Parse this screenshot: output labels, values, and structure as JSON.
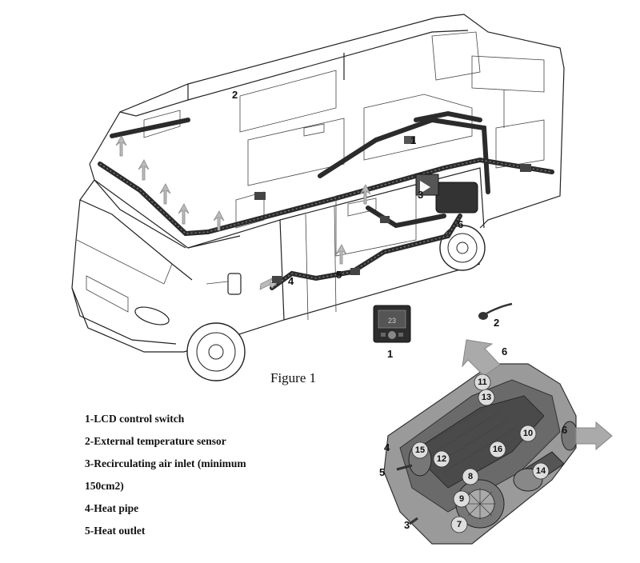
{
  "figure": {
    "caption": "Figure 1",
    "callouts": [
      "1",
      "2",
      "3",
      "4",
      "5",
      "6"
    ],
    "heater_callouts": [
      "1",
      "2",
      "3",
      "4",
      "5",
      "6",
      "6",
      "7",
      "8",
      "9",
      "10",
      "11",
      "12",
      "13",
      "14",
      "15",
      "16"
    ],
    "lcd_display_text": "23"
  },
  "legend": {
    "items": [
      "1-LCD control switch",
      "2-External temperature sensor",
      "3-Recirculating air inlet (minimum",
      "150cm2)",
      "4-Heat pipe",
      "5-Heat outlet"
    ]
  }
}
